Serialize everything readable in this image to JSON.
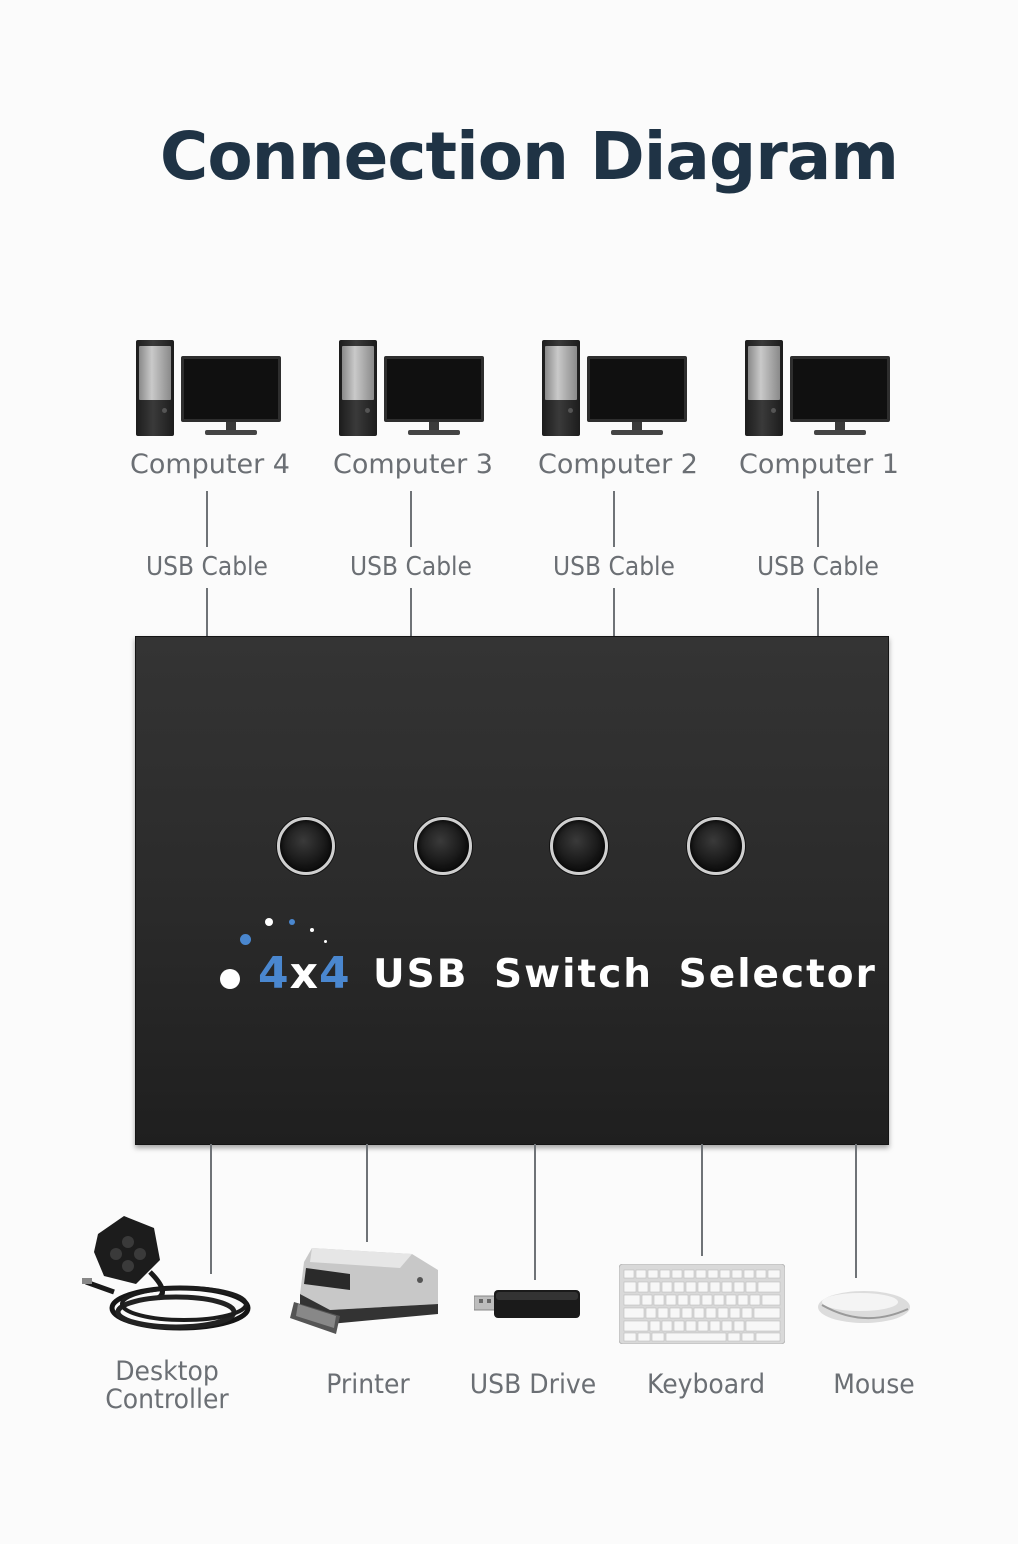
{
  "title": "Connection Diagram",
  "computers": [
    {
      "label": "Computer 4",
      "cable": "USB Cable"
    },
    {
      "label": "Computer 3",
      "cable": "USB Cable"
    },
    {
      "label": "Computer 2",
      "cable": "USB Cable"
    },
    {
      "label": "Computer 1",
      "cable": "USB Cable"
    }
  ],
  "switch": {
    "model": "4x4",
    "model_first": "4",
    "model_x": "x",
    "model_last": "4",
    "name": "USB Switch Selector",
    "accent_color": "#4a87cf"
  },
  "devices": [
    {
      "label_line1": "Desktop",
      "label_line2": "Controller",
      "icon": "desktop-controller-icon"
    },
    {
      "label": "Printer",
      "icon": "printer-icon"
    },
    {
      "label": "USB Drive",
      "icon": "usb-drive-icon"
    },
    {
      "label": "Keyboard",
      "icon": "keyboard-icon"
    },
    {
      "label": "Mouse",
      "icon": "mouse-icon"
    }
  ]
}
